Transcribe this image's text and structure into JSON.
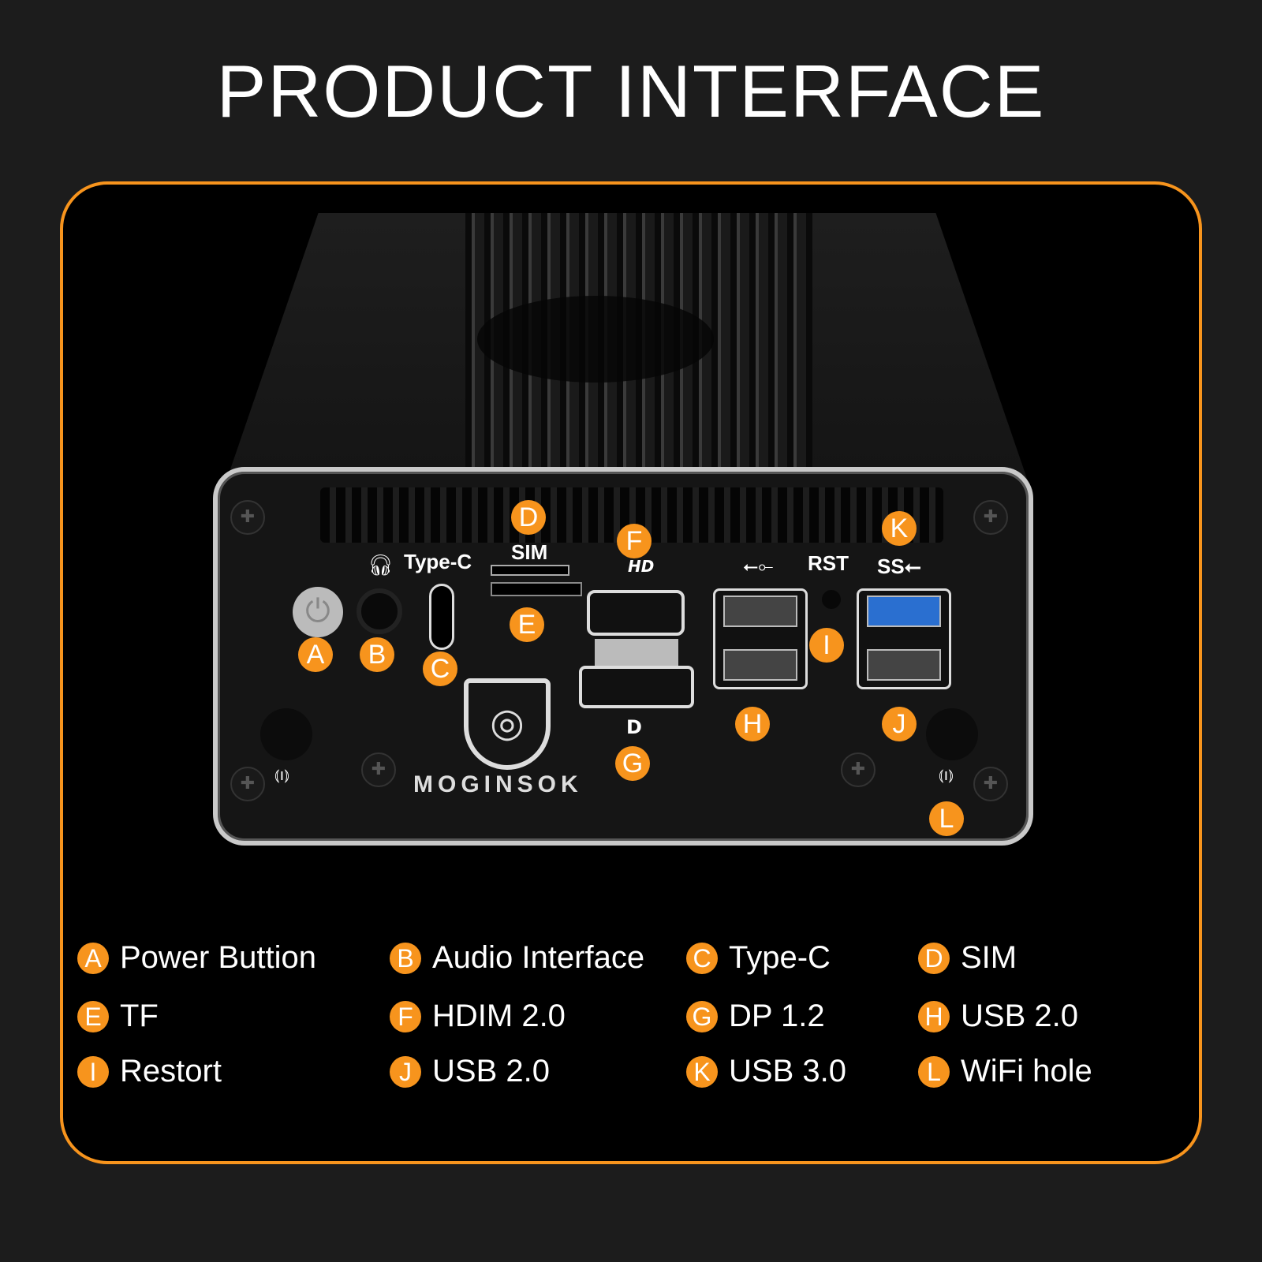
{
  "title": "PRODUCT INTERFACE",
  "brand": "MOGINSOK",
  "port_labels": {
    "type_c": "Type-C",
    "sim": "SIM",
    "rst": "RST",
    "ss": "SS"
  },
  "markers": {
    "A": "A",
    "B": "B",
    "C": "C",
    "D": "D",
    "E": "E",
    "F": "F",
    "G": "G",
    "H": "H",
    "I": "I",
    "J": "J",
    "K": "K",
    "L": "L"
  },
  "legend": [
    {
      "letter": "A",
      "label": "Power Buttion"
    },
    {
      "letter": "B",
      "label": "Audio Interface"
    },
    {
      "letter": "C",
      "label": "Type-C"
    },
    {
      "letter": "D",
      "label": "SIM"
    },
    {
      "letter": "E",
      "label": "TF"
    },
    {
      "letter": "F",
      "label": "HDIM 2.0"
    },
    {
      "letter": "G",
      "label": "DP 1.2"
    },
    {
      "letter": "H",
      "label": "USB 2.0"
    },
    {
      "letter": "I",
      "label": "Restort"
    },
    {
      "letter": "J",
      "label": "USB 2.0"
    },
    {
      "letter": "K",
      "label": "USB 3.0"
    },
    {
      "letter": "L",
      "label": "WiFi hole"
    }
  ],
  "colors": {
    "accent": "#f7941d",
    "usb3": "#2a6fd0"
  }
}
